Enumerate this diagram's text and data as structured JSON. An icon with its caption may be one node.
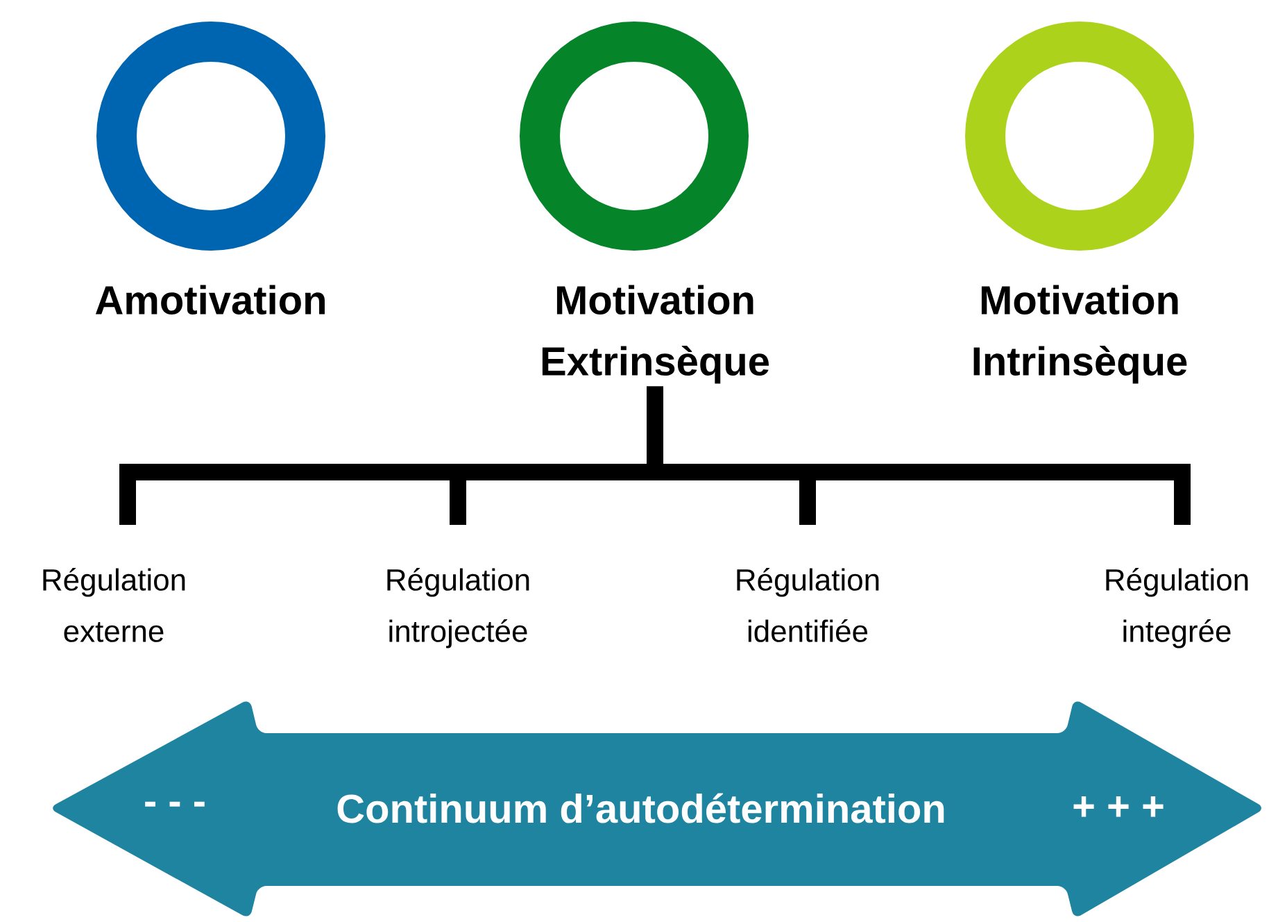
{
  "diagram": {
    "nodes": [
      {
        "text": [
          "Amotivation"
        ]
      },
      {
        "text": [
          "Motivation Extrinsèque"
        ]
      },
      {
        "text": [
          "Motivation Intrinsèque"
        ]
      },
      {
        "text": [
          "Régulation externe"
        ]
      },
      {
        "text": [
          "Régulation introjectée"
        ]
      },
      {
        "text": [
          "Régulation identifiée"
        ]
      },
      {
        "text": [
          "Régulation integrée"
        ]
      },
      {
        "text": [
          "- - -",
          "Continuum d’autodétermination",
          "+ + +"
        ]
      }
    ],
    "edges": [
      {
        "from": 1,
        "to": 3,
        "arrow": "none"
      },
      {
        "from": 1,
        "to": 4,
        "arrow": "none"
      },
      {
        "from": 1,
        "to": 5,
        "arrow": "none"
      },
      {
        "from": 1,
        "to": 6,
        "arrow": "none"
      }
    ]
  }
}
